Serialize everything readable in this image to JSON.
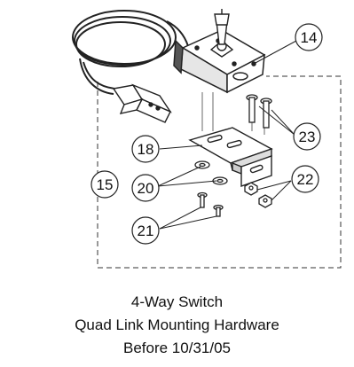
{
  "callouts": {
    "c14": "14",
    "c15": "15",
    "c18": "18",
    "c20": "20",
    "c21": "21",
    "c22": "22",
    "c23": "23"
  },
  "caption": {
    "line1": "4-Way Switch",
    "line2": "Quad Link Mounting Hardware",
    "line3": "Before 10/31/05"
  }
}
